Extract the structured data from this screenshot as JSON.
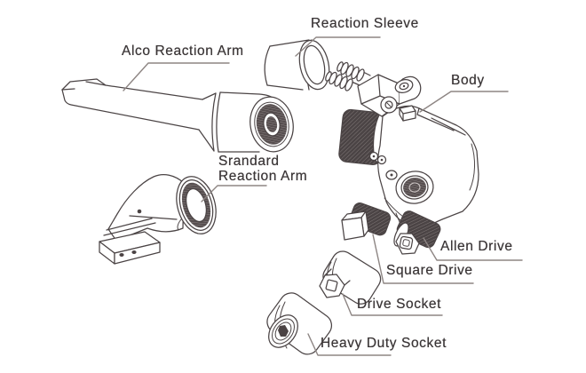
{
  "diagram": {
    "kind": "exploded-parts-line-drawing",
    "background": "#ffffff"
  },
  "colors": {
    "line": "#4b4445",
    "leader_line": "#8d8583",
    "text": "#3b3637",
    "dark_fill": "#4b4344"
  },
  "parts": [
    {
      "id": "reaction-sleeve",
      "label": "Reaction Sleeve"
    },
    {
      "id": "alco-reaction-arm",
      "label": "Alco Reaction Arm"
    },
    {
      "id": "body",
      "label": "Body"
    },
    {
      "id": "standard-reaction-arm",
      "label": "Srandard\nReaction Arm"
    },
    {
      "id": "allen-drive",
      "label": "Allen Drive"
    },
    {
      "id": "square-drive",
      "label": "Square Drive"
    },
    {
      "id": "drive-socket",
      "label": "Drive Socket"
    },
    {
      "id": "heavy-duty-socket",
      "label": "Heavy Duty Socket"
    }
  ]
}
